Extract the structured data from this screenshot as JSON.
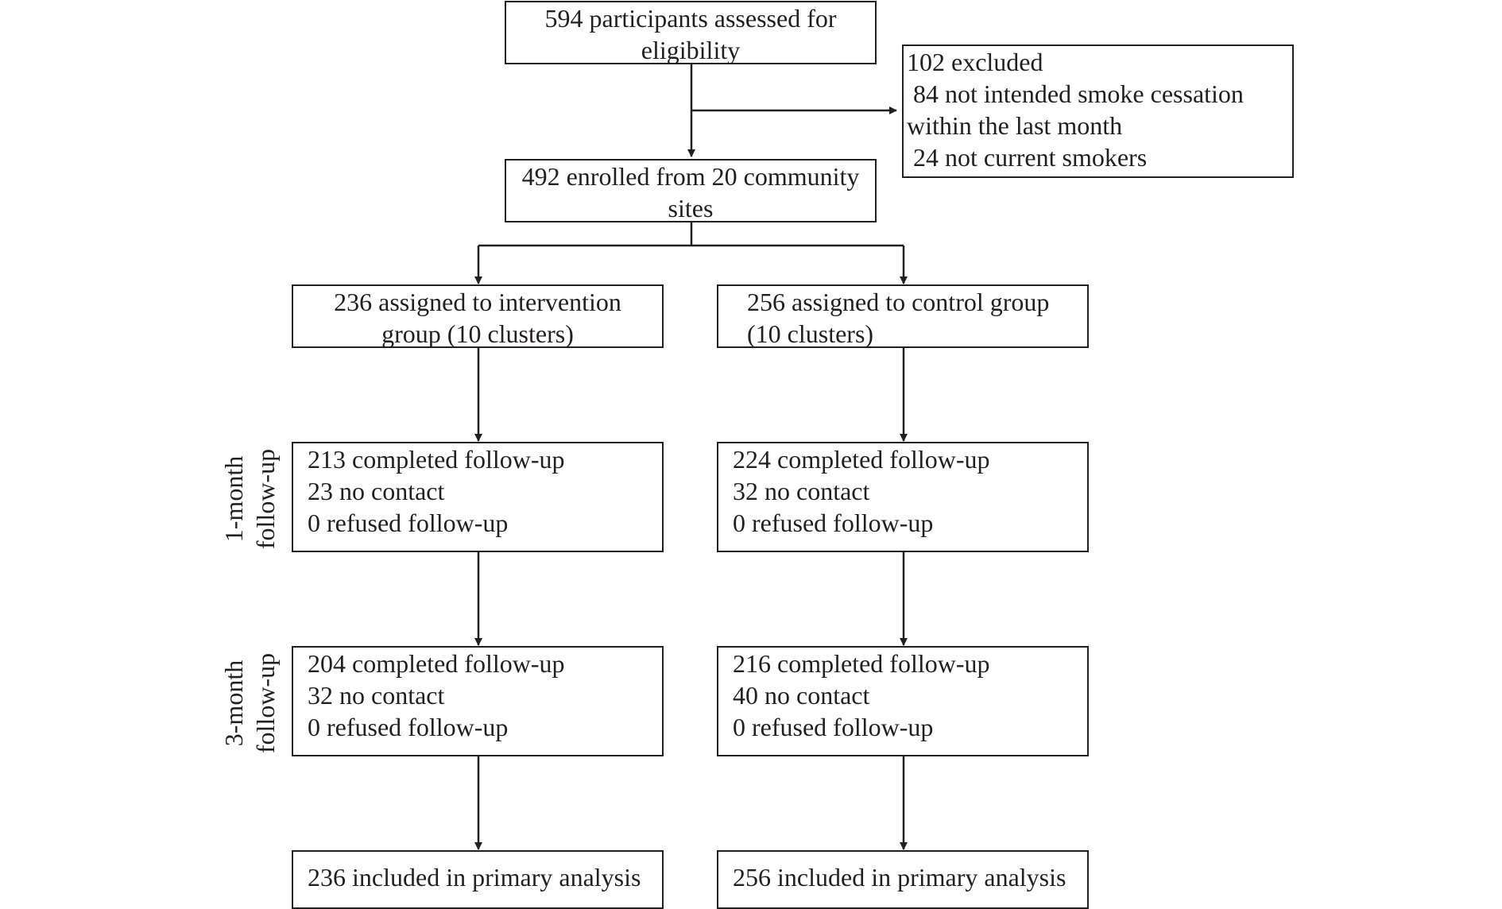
{
  "assessed": {
    "lines": [
      "594 participants assessed for",
      "eligibility"
    ]
  },
  "excluded": {
    "lines": [
      "102 excluded",
      " 84 not intended smoke cessation",
      "within the last month",
      " 24 not current smokers"
    ]
  },
  "enrolled": {
    "lines": [
      "492 enrolled from 20 community",
      "sites"
    ]
  },
  "intervention": {
    "assigned": {
      "lines": [
        "236 assigned to intervention",
        "group (10 clusters)"
      ]
    },
    "followup_1m": {
      "lines": [
        "213 completed follow-up",
        "23 no contact",
        "0 refused follow-up"
      ]
    },
    "followup_3m": {
      "lines": [
        "204 completed follow-up",
        "32 no contact",
        "0 refused follow-up"
      ]
    },
    "analysis": {
      "lines": [
        "236 included in primary analysis"
      ]
    }
  },
  "control": {
    "assigned": {
      "lines": [
        "256 assigned to control group",
        "(10 clusters)"
      ]
    },
    "followup_1m": {
      "lines": [
        "224 completed follow-up",
        "32 no contact",
        "0 refused follow-up"
      ]
    },
    "followup_3m": {
      "lines": [
        "216 completed follow-up",
        "40 no contact",
        "0 refused follow-up"
      ]
    },
    "analysis": {
      "lines": [
        "256 included in primary analysis"
      ]
    }
  },
  "phase_labels": {
    "one_month": [
      "1-month",
      "follow-up"
    ],
    "three_month": [
      "3-month",
      "follow-up"
    ]
  },
  "colors": {
    "stroke": "#231f20",
    "background": "#ffffff"
  }
}
